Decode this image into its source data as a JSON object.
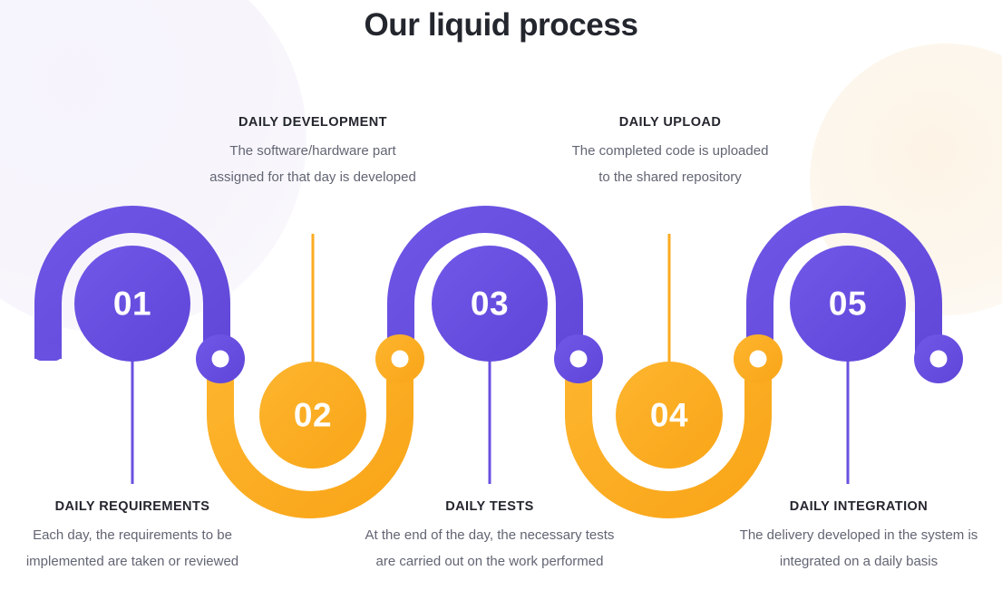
{
  "page": {
    "title": "Our liquid process",
    "background": "#ffffff"
  },
  "colors": {
    "purple": "#6a50e0",
    "purple_dark": "#5b3fd6",
    "orange": "#fbab22",
    "heading": "#24262e",
    "body_text": "#626573",
    "blob_lavender": "#f7f5fb",
    "blob_cream": "#fdf6ec",
    "number_text": "#ffffff"
  },
  "decorations": [
    {
      "name": "lavender-blob",
      "color": "#f7f5fb"
    },
    {
      "name": "cream-blob",
      "color": "#fdf6ec"
    }
  ],
  "steps": [
    {
      "number": "01",
      "heading": "DAILY REQUIREMENTS",
      "body": "Each day, the requirements to be implemented are taken or reviewed",
      "color": "#6a50e0",
      "position": "below",
      "node": "large"
    },
    {
      "number": "02",
      "heading": "DAILY DEVELOPMENT",
      "body": "The software/hardware part assigned for that day is developed",
      "color": "#fbab22",
      "position": "above",
      "node": "small"
    },
    {
      "number": "03",
      "heading": "DAILY TESTS",
      "body": "At the end of the day, the necessary tests are carried out on the work performed",
      "color": "#6a50e0",
      "position": "below",
      "node": "large"
    },
    {
      "number": "04",
      "heading": "DAILY UPLOAD",
      "body": "The completed code is uploaded to the shared repository",
      "color": "#fbab22",
      "position": "above",
      "node": "small"
    },
    {
      "number": "05",
      "heading": "DAILY INTEGRATION",
      "body": "The delivery developed in the system is integrated on a daily basis",
      "color": "#6a50e0",
      "position": "below",
      "node": "large"
    }
  ],
  "connectors": [
    {
      "name": "connector-01-02",
      "color": "#6a50e0"
    },
    {
      "name": "connector-02-03",
      "color": "#fbab22"
    },
    {
      "name": "connector-03-04",
      "color": "#6a50e0"
    },
    {
      "name": "connector-04-05",
      "color": "#fbab22"
    },
    {
      "name": "connector-end",
      "color": "#6a50e0"
    }
  ]
}
